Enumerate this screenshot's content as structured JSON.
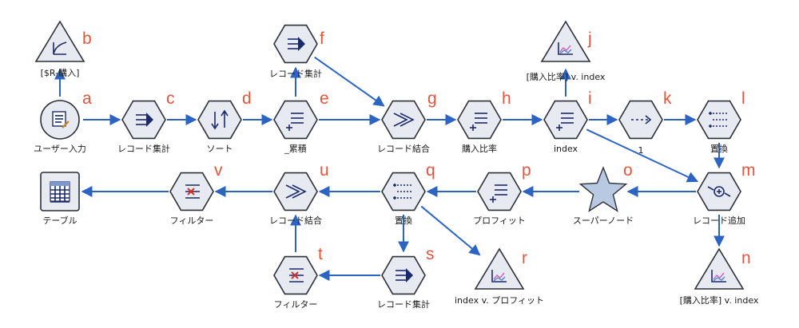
{
  "colors": {
    "arrow": "#2c64c4",
    "node_fill": "#e7ebf1",
    "node_stroke": "#2b3137",
    "letter": "#e4553e",
    "glyph": "#1b2a6b"
  },
  "nodes": [
    {
      "id": "a",
      "letter": "a",
      "label": "ユーザー入力",
      "shape": "circle",
      "icon": "user-input-icon"
    },
    {
      "id": "b",
      "letter": "b",
      "label": "[$R-購入]",
      "shape": "triangle",
      "icon": "model-nugget-icon"
    },
    {
      "id": "c",
      "letter": "c",
      "label": "レコード集計",
      "shape": "hexagon",
      "icon": "aggregate-icon"
    },
    {
      "id": "d",
      "letter": "d",
      "label": "ソート",
      "shape": "hexagon",
      "icon": "sort-icon"
    },
    {
      "id": "e",
      "letter": "e",
      "label": "_累積",
      "shape": "hexagon",
      "icon": "derive-icon"
    },
    {
      "id": "f",
      "letter": "f",
      "label": "レコード集計",
      "shape": "hexagon",
      "icon": "aggregate-icon"
    },
    {
      "id": "g",
      "letter": "g",
      "label": "レコード結合",
      "shape": "hexagon",
      "icon": "merge-icon"
    },
    {
      "id": "h",
      "letter": "h",
      "label": "購入比率",
      "shape": "hexagon",
      "icon": "derive-icon"
    },
    {
      "id": "i",
      "letter": "i",
      "label": "index",
      "shape": "hexagon",
      "icon": "derive-icon"
    },
    {
      "id": "j",
      "letter": "j",
      "label": "[購入比率] v. index",
      "shape": "triangle",
      "icon": "plot-icon"
    },
    {
      "id": "k",
      "letter": "k",
      "label": "1",
      "shape": "hexagon",
      "icon": "sample-icon"
    },
    {
      "id": "l",
      "letter": "l",
      "label": "置換",
      "shape": "hexagon",
      "icon": "filler-icon"
    },
    {
      "id": "m",
      "letter": "m",
      "label": "レコード追加",
      "shape": "hexagon",
      "icon": "append-icon"
    },
    {
      "id": "n",
      "letter": "n",
      "label": "[購入比率] v. index",
      "shape": "triangle",
      "icon": "plot-icon"
    },
    {
      "id": "o",
      "letter": "o",
      "label": "スーパーノード",
      "shape": "star",
      "icon": "supernode-icon"
    },
    {
      "id": "p",
      "letter": "p",
      "label": "プロフィット",
      "shape": "hexagon",
      "icon": "derive-icon"
    },
    {
      "id": "q",
      "letter": "q",
      "label": "置換",
      "shape": "hexagon",
      "icon": "filler-icon"
    },
    {
      "id": "r",
      "letter": "r",
      "label": "index v. プロフィット",
      "shape": "triangle",
      "icon": "plot-icon"
    },
    {
      "id": "s",
      "letter": "s",
      "label": "レコード集計",
      "shape": "hexagon",
      "icon": "aggregate-icon"
    },
    {
      "id": "t",
      "letter": "t",
      "label": "フィルター",
      "shape": "hexagon",
      "icon": "filter-icon"
    },
    {
      "id": "u",
      "letter": "u",
      "label": "レコード結合",
      "shape": "hexagon",
      "icon": "merge-icon"
    },
    {
      "id": "v",
      "letter": "v",
      "label": "フィルター",
      "shape": "hexagon",
      "icon": "filter-icon"
    },
    {
      "id": "w",
      "letter": "",
      "label": "テーブル",
      "shape": "square",
      "icon": "table-icon"
    }
  ],
  "edges": [
    {
      "from": "a",
      "to": "b"
    },
    {
      "from": "a",
      "to": "c"
    },
    {
      "from": "c",
      "to": "d"
    },
    {
      "from": "d",
      "to": "e"
    },
    {
      "from": "e",
      "to": "f"
    },
    {
      "from": "e",
      "to": "g"
    },
    {
      "from": "f",
      "to": "g"
    },
    {
      "from": "g",
      "to": "h"
    },
    {
      "from": "h",
      "to": "i"
    },
    {
      "from": "i",
      "to": "j"
    },
    {
      "from": "i",
      "to": "k"
    },
    {
      "from": "i",
      "to": "m"
    },
    {
      "from": "k",
      "to": "l"
    },
    {
      "from": "l",
      "to": "m"
    },
    {
      "from": "m",
      "to": "n"
    },
    {
      "from": "m",
      "to": "o"
    },
    {
      "from": "o",
      "to": "p"
    },
    {
      "from": "p",
      "to": "q"
    },
    {
      "from": "q",
      "to": "r"
    },
    {
      "from": "q",
      "to": "s"
    },
    {
      "from": "q",
      "to": "u"
    },
    {
      "from": "s",
      "to": "t"
    },
    {
      "from": "t",
      "to": "u"
    },
    {
      "from": "u",
      "to": "v"
    },
    {
      "from": "v",
      "to": "w"
    }
  ]
}
